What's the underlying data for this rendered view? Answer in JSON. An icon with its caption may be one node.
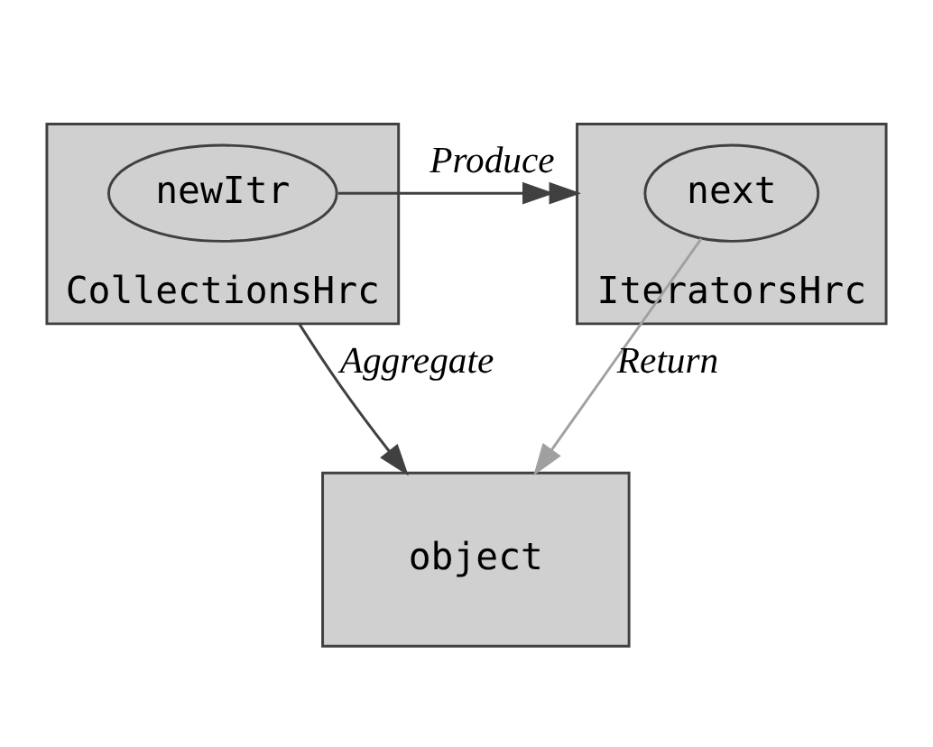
{
  "diagram": {
    "nodes": [
      {
        "text": [
          "CollectionsHrc"
        ]
      },
      {
        "text": [
          "newItr"
        ],
        "in": 0
      },
      {
        "text": [
          "IteratorsHrc"
        ]
      },
      {
        "text": [
          "next"
        ],
        "in": 2
      },
      {
        "text": [
          "object"
        ]
      }
    ],
    "edges": [
      {
        "from": 1,
        "to": 2,
        "arrow": "to",
        "label": "Produce"
      },
      {
        "from": 0,
        "to": 4,
        "arrow": "to",
        "label": "Aggregate"
      },
      {
        "from": 3,
        "to": 4,
        "arrow": "to",
        "label": "Return",
        "color": "#a0a0a0"
      }
    ]
  }
}
